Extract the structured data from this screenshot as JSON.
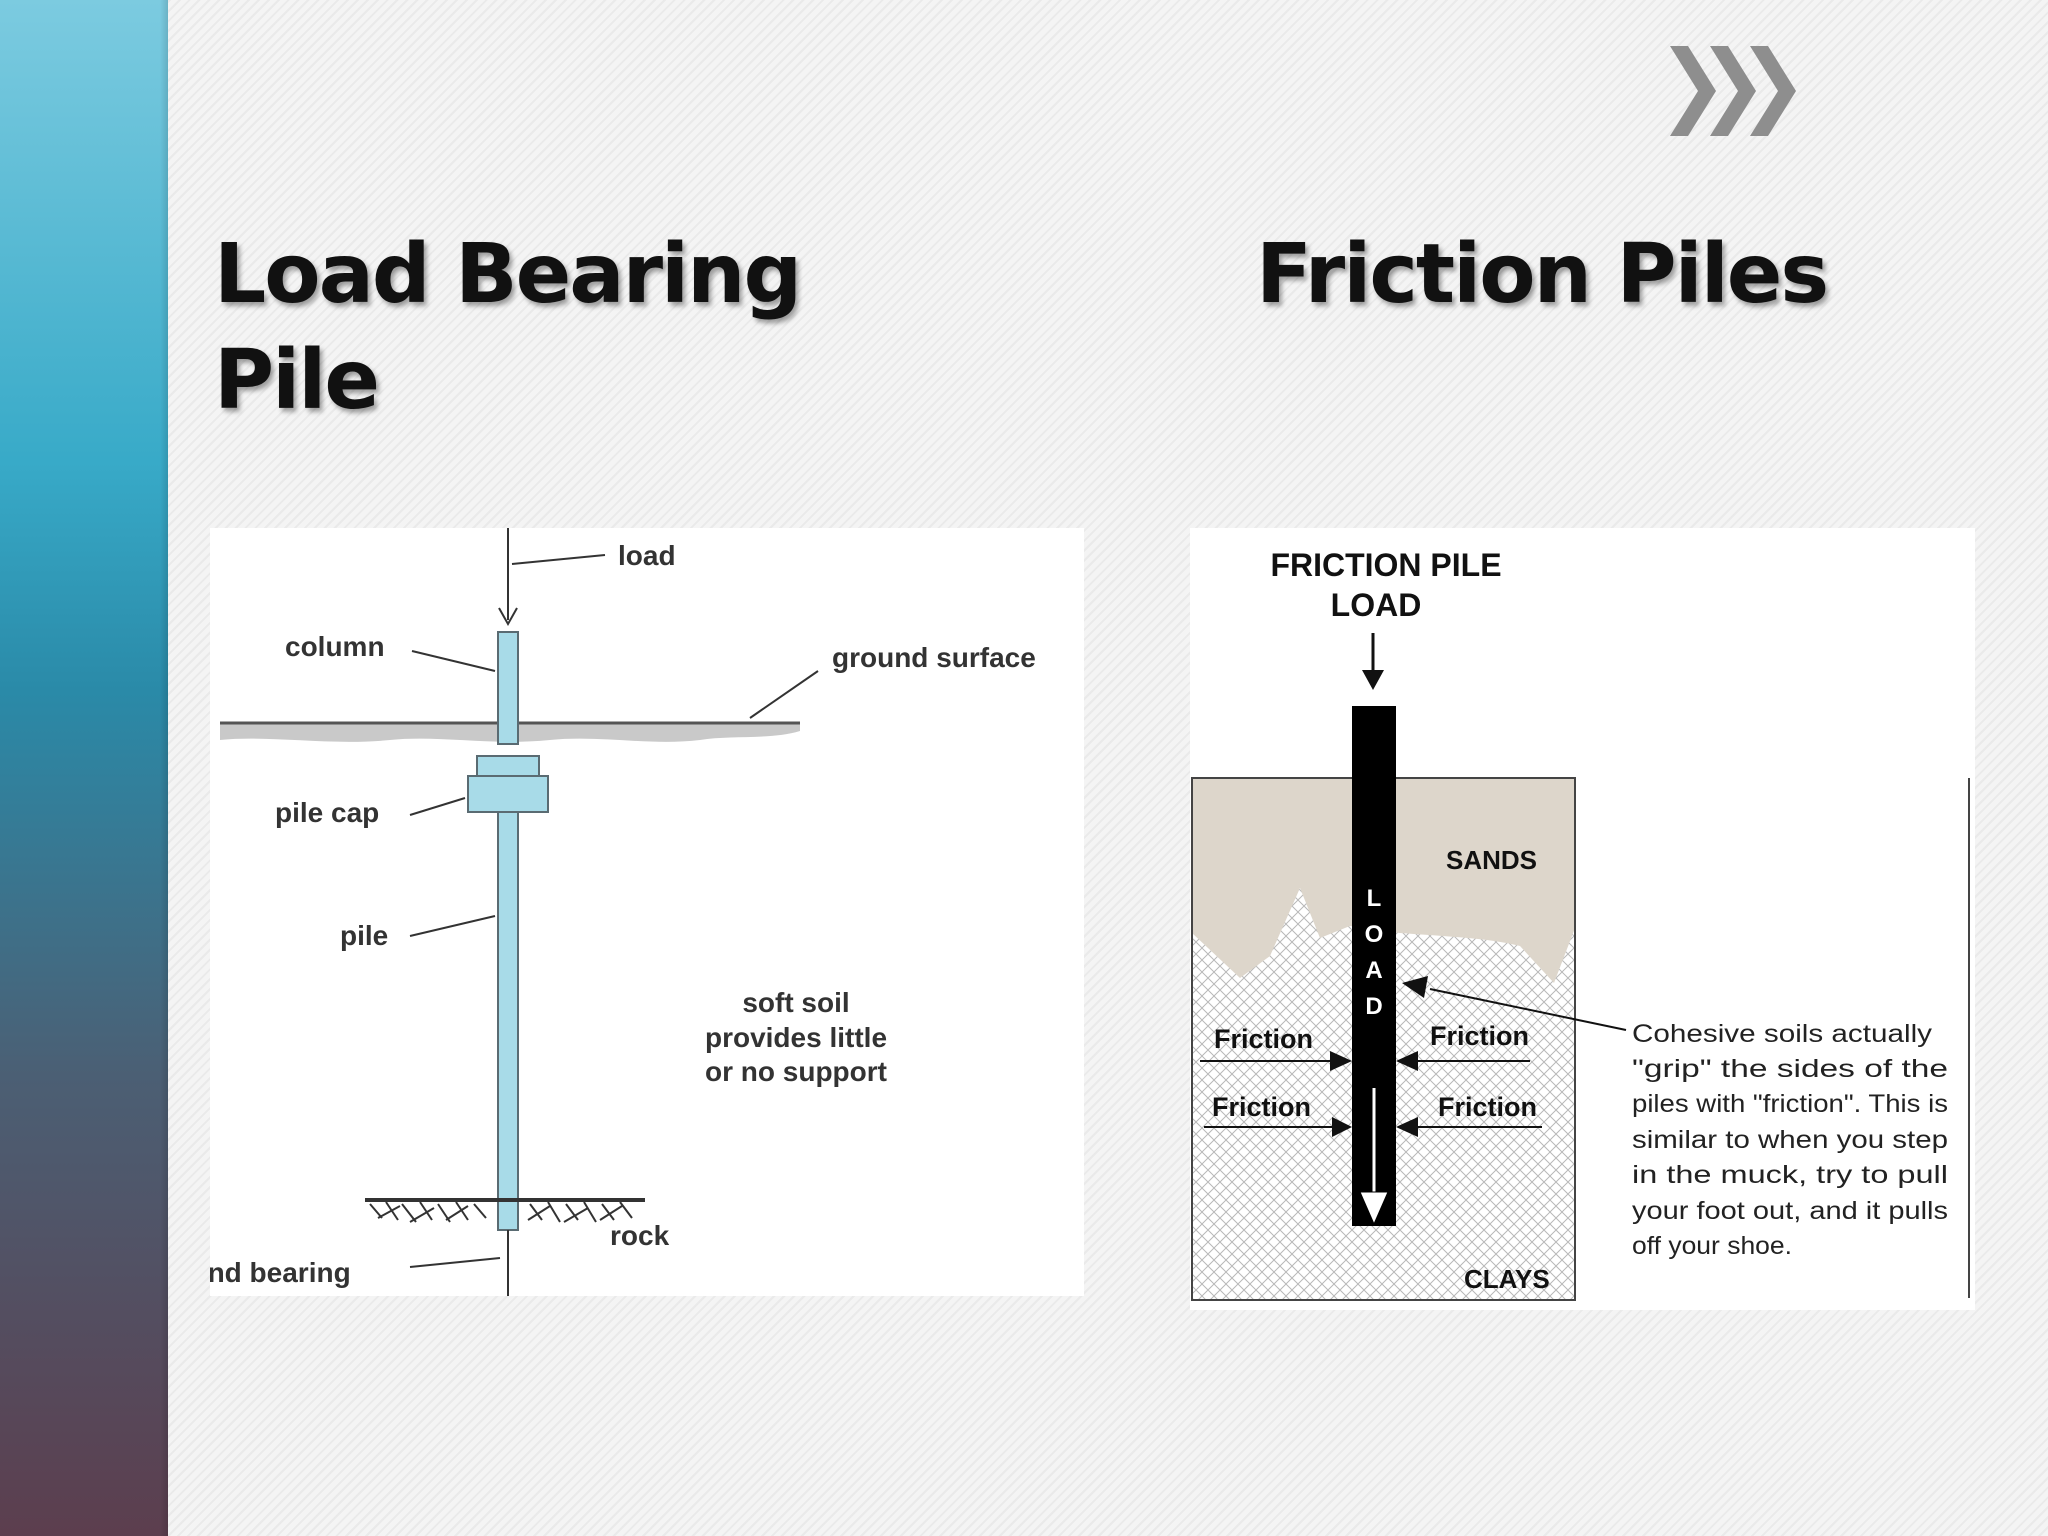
{
  "slide": {
    "left_title": "Load Bearing Pile",
    "right_title": "Friction Piles",
    "nav_icon": "triple-chevron-right-icon"
  },
  "end_bearing_diagram": {
    "labels": {
      "load": "load",
      "column": "column",
      "ground_surface": "ground surface",
      "pile_cap": "pile cap",
      "pile": "pile",
      "soft_soil": [
        "soft soil",
        "provides little",
        "or no support"
      ],
      "rock": "rock",
      "end_bearing": "end bearing"
    },
    "colors": {
      "pile": "#a8dbe8",
      "ground": "#9a9a9a"
    }
  },
  "friction_diagram": {
    "title_line1": "FRICTION PILE",
    "title_line2": "LOAD",
    "sands": "SANDS",
    "clays": "CLAYS",
    "pile_letters": [
      "L",
      "O",
      "A",
      "D"
    ],
    "friction_labels": [
      "Friction",
      "Friction",
      "Friction",
      "Friction"
    ],
    "note_lines": [
      "Cohesive soils actually",
      "\"grip\"  the  sides  of  the",
      "piles with \"friction\". This is",
      "similar  to  when  you  step",
      "in  the  muck,  try  to  pull",
      "your foot out, and it pulls",
      "off your shoe."
    ],
    "colors": {
      "sands": "#ddd6cb",
      "pile": "#000000"
    }
  }
}
